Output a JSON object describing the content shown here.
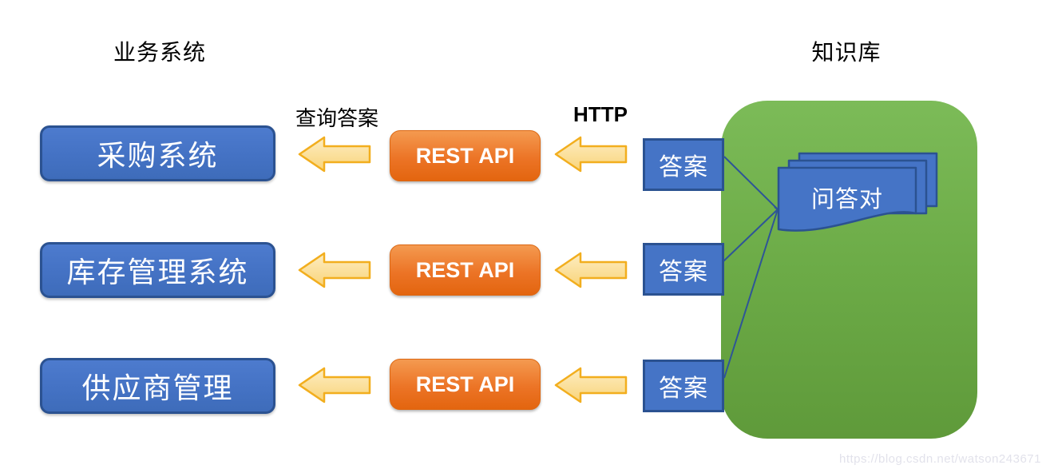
{
  "headers": {
    "left": "业务系统",
    "right": "知识库"
  },
  "labels": {
    "query_answer": "查询答案",
    "http": "HTTP"
  },
  "rows": [
    {
      "system": "采购系统",
      "api": "REST API",
      "answer": "答案"
    },
    {
      "system": "库存管理系统",
      "api": "REST API",
      "answer": "答案"
    },
    {
      "system": "供应商管理",
      "api": "REST API",
      "answer": "答案"
    }
  ],
  "knowledge_base": {
    "qa_pair_label": "问答对"
  },
  "watermark": {
    "text": "https://blog.csdn.net/watson243671"
  },
  "colors": {
    "system_box_fill": "#4472C4",
    "system_box_border": "#2B5291",
    "rest_api_fill": "#EC7426",
    "arrow_fill": "#FBDD96",
    "arrow_border": "#F2AE1E",
    "knowledge_fill_top": "#7CBB58",
    "knowledge_fill_bottom": "#5F9A3A",
    "connector": "#2E5597"
  }
}
